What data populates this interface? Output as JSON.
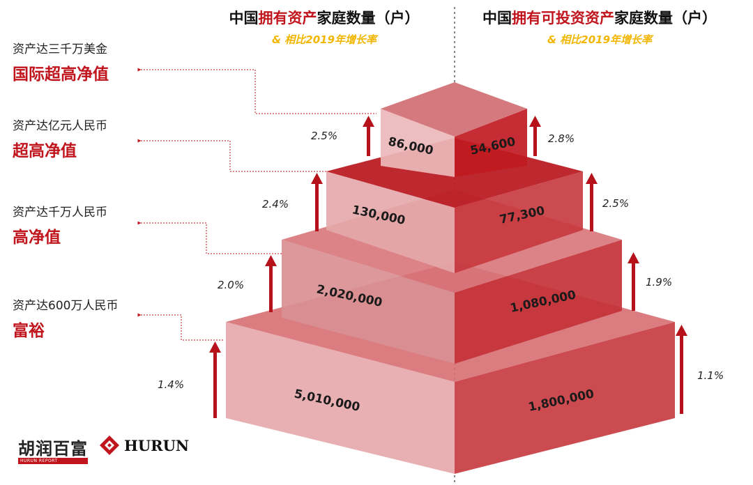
{
  "header": {
    "left": {
      "pre": "中国",
      "highlight": "拥有资产",
      "post": "家庭数量（户）",
      "subtitle": "& 相比2019年增长率"
    },
    "right": {
      "pre": "中国",
      "highlight": "拥有可投资资产",
      "post": "家庭数量（户）",
      "subtitle": "& 相比2019年增长率"
    }
  },
  "tiers": [
    {
      "desc": "资产达三千万美金",
      "name": "国际超高净值"
    },
    {
      "desc": "资产达亿元人民币",
      "name": "超高净值"
    },
    {
      "desc": "资产达千万人民币",
      "name": "高净值"
    },
    {
      "desc": "资产达600万人民币",
      "name": "富裕"
    }
  ],
  "levels": [
    {
      "left_value": "86,000",
      "right_value": "54,600",
      "left_rate": "2.5%",
      "right_rate": "2.8%"
    },
    {
      "left_value": "130,000",
      "right_value": "77,300",
      "left_rate": "2.4%",
      "right_rate": "2.5%"
    },
    {
      "left_value": "2,020,000",
      "right_value": "1,080,000",
      "left_rate": "2.0%",
      "right_rate": "1.9%"
    },
    {
      "left_value": "5,010,000",
      "right_value": "1,800,000",
      "left_rate": "1.4%",
      "right_rate": "1.1%"
    }
  ],
  "logos": {
    "cn": "胡润百富",
    "cn_sub": "HURUN REPORT",
    "en": "HURUN"
  },
  "colors": {
    "brand_red": "#c0151d",
    "subtitle_gold": "#f2b600",
    "arrow_red": "#b5121b"
  }
}
